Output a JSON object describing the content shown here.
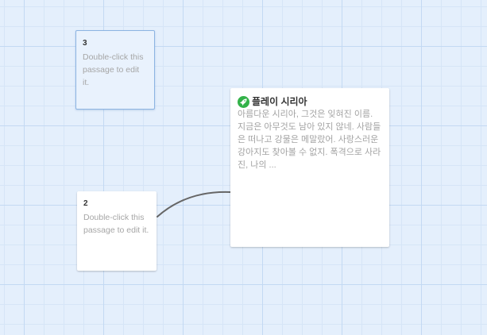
{
  "passages": [
    {
      "title": "3",
      "excerpt": "Double-click this passage to edit it.",
      "selected": true
    },
    {
      "title": "2",
      "excerpt": "Double-click this passage to edit it.",
      "selected": false
    },
    {
      "title": "플레이 시리아",
      "excerpt": "아름다운 시리아, 그것은 잊혀진 이름. 지금은 아무것도 남아 있지 않네. 사람들은 떠나고 강물은 메말랐어. 사랑스러운 강아지도 찾아볼 수 없지. 폭격으로 사라진, 나의 ...",
      "start_icon": "rocket-icon",
      "start_icon_color": "#33b249",
      "is_start": true
    }
  ],
  "colors": {
    "background": "#e4effc",
    "grid_major": "#c3d9f3",
    "grid_minor": "#d6e5f7",
    "selected_border": "#8db4e2",
    "connector": "#666666"
  }
}
